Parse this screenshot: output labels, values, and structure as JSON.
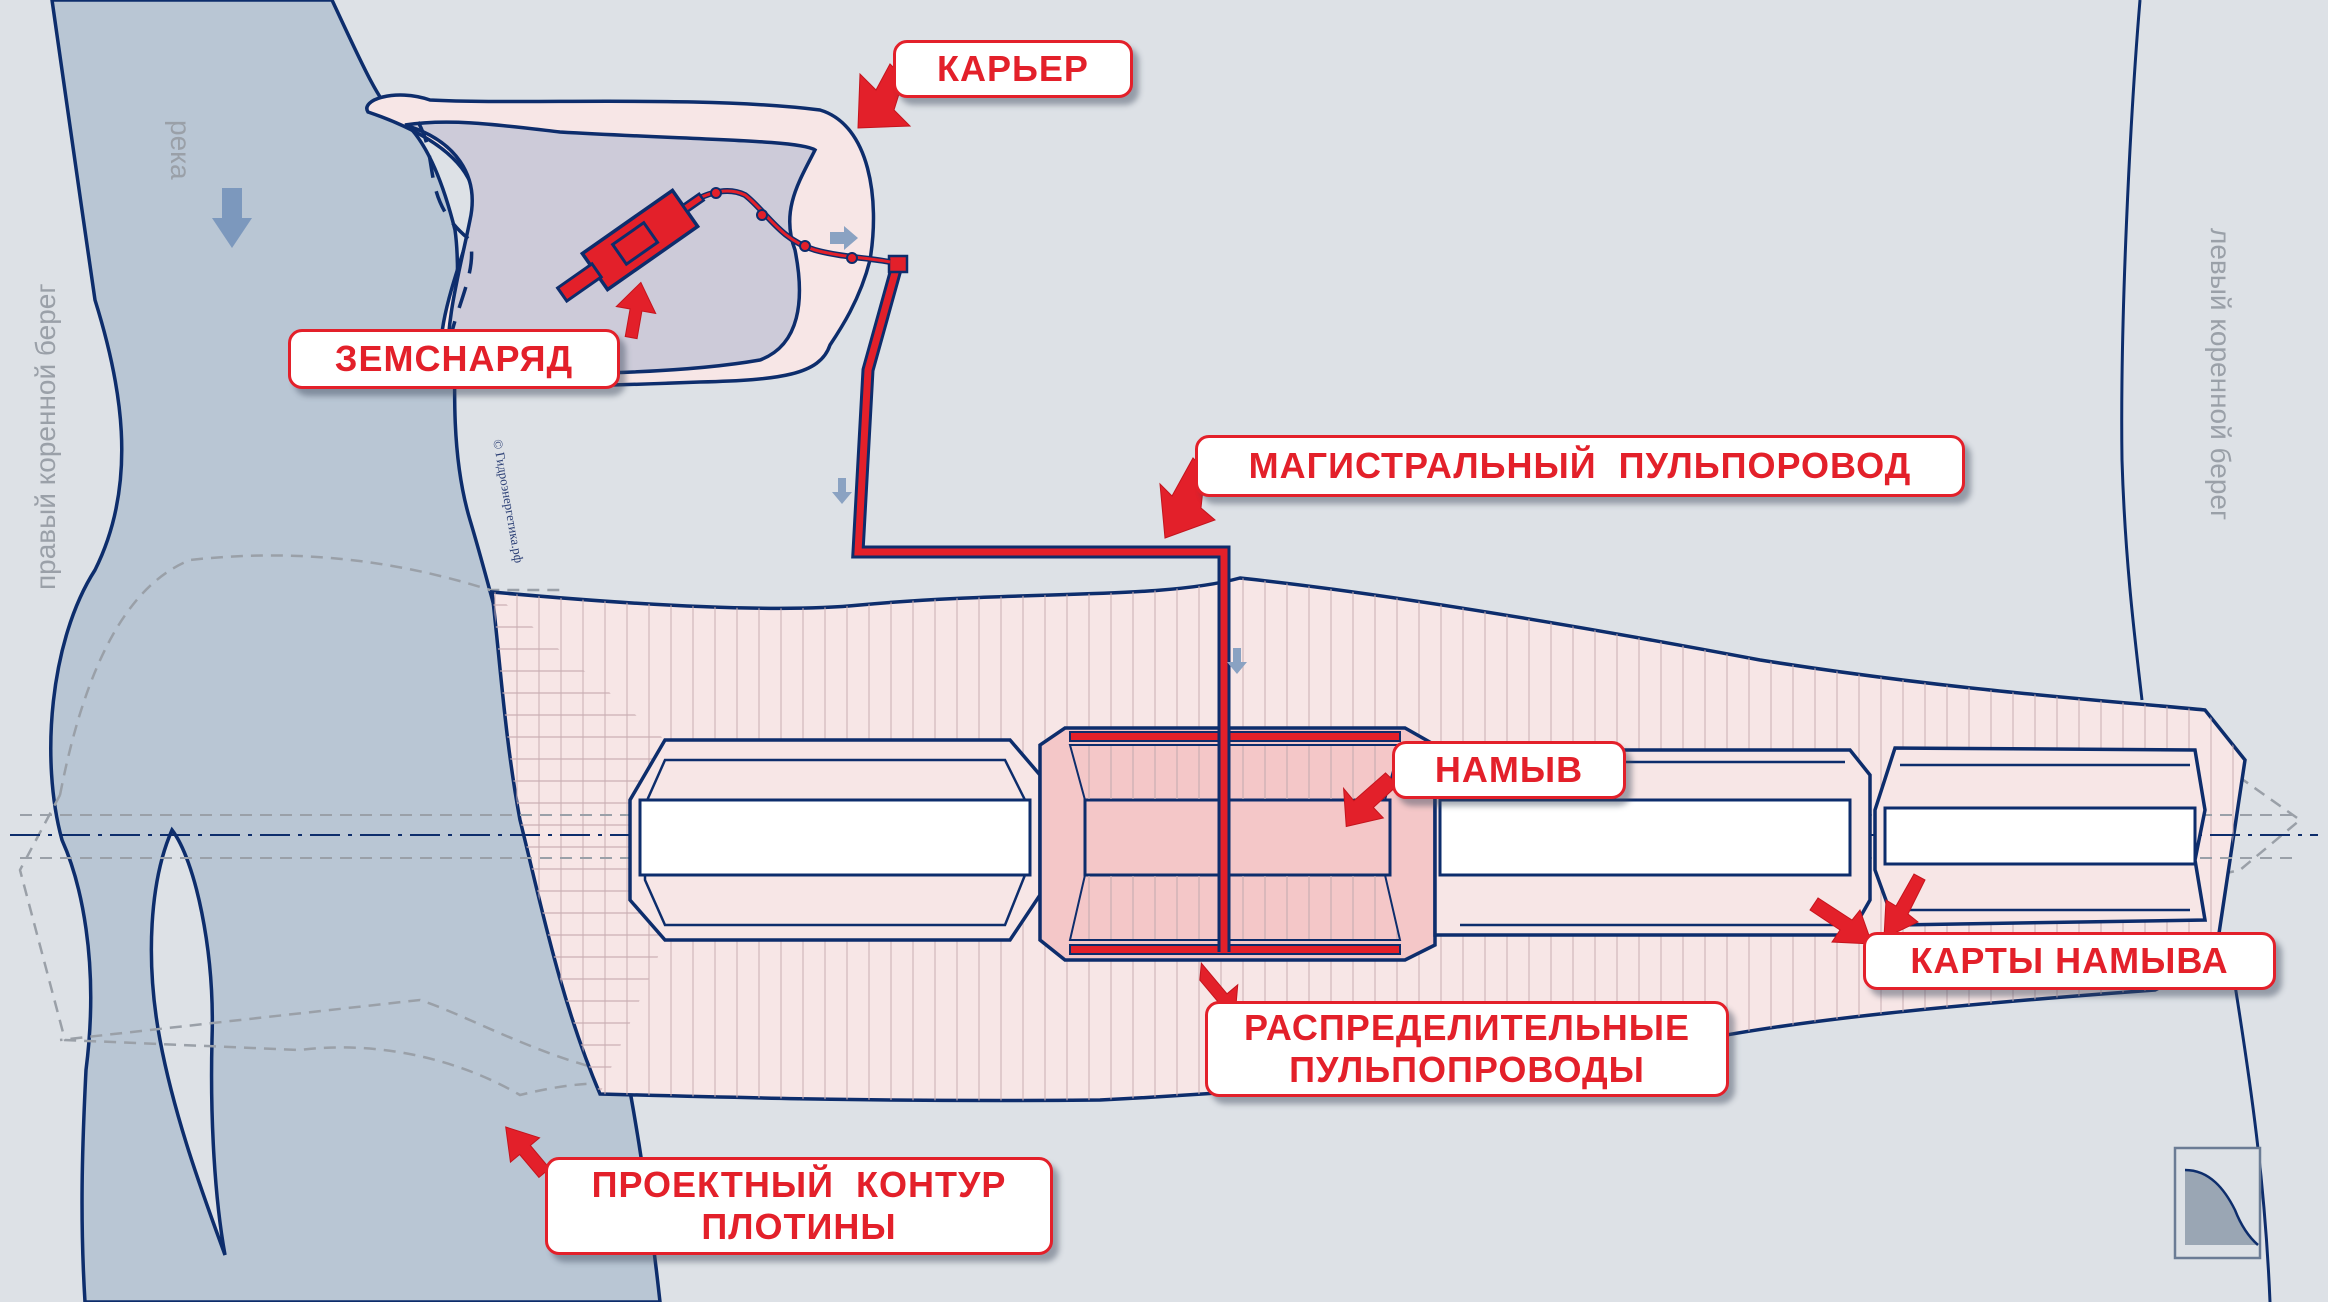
{
  "labels": {
    "quarry": "КАРЬЕР",
    "dredger": "ЗЕМСНАРЯД",
    "main_pipeline": "МАГИСТРАЛЬНЫЙ  ПУЛЬПОРОВОД",
    "alluvium": "НАМЫВ",
    "distribution_pipelines": [
      "РАСПРЕДЕЛИТЕЛЬНЫЕ",
      "ПУЛЬПОПРОВОДЫ"
    ],
    "alluvium_maps": "КАРТЫ НАМЫВА",
    "design_contour": [
      "ПРОЕКТНЫЙ  КОНТУР",
      "ПЛОТИНЫ"
    ]
  },
  "river_label": "река",
  "right_bank_label": "правый коренной берег",
  "left_bank_label": "левый коренной берег",
  "copyright": "© Гидроэнергетика.рф",
  "colors": {
    "background": "#dde1e6",
    "river": "#b9c6d4",
    "outline": "#0d2d6c",
    "accent_red": "#e3202a",
    "fill_pink": "#f7e6e6",
    "alluvium_pink": "#f4c7c8",
    "quarry_water": "#cdcbd9",
    "arrow_blue": "#7c98bd"
  },
  "icons": {
    "dredger": "dredger-icon",
    "flow_arrow": "flow-arrow-icon",
    "logo": "dam-profile-logo-icon"
  }
}
